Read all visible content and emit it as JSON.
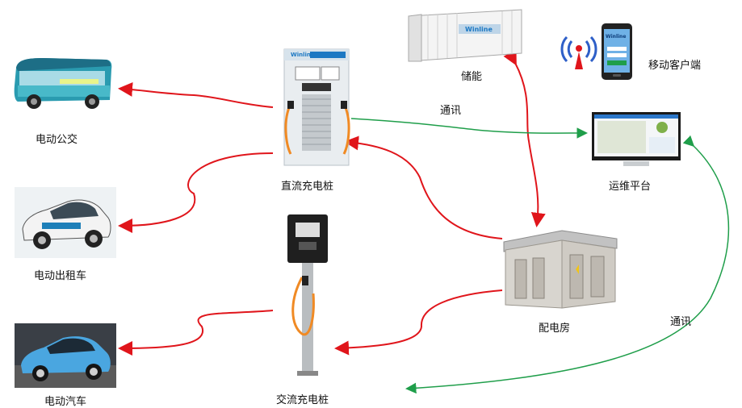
{
  "nodes": {
    "bus": "电动公交",
    "taxi": "电动出租车",
    "car": "电动汽车",
    "dc_pile": "直流充电桩",
    "ac_pile": "交流充电桩",
    "storage": "储能",
    "mobile": "移动客户端",
    "platform": "运维平台",
    "substation": "配电房"
  },
  "edges": {
    "comm_top": "通讯",
    "comm_right": "通讯"
  },
  "brand": {
    "dc_pile_logo": "Winline",
    "storage_logo": "Winline",
    "mobile_logo": "Winline"
  },
  "colors": {
    "power_link": "#e0151b",
    "comm_link": "#1f9e4a"
  }
}
